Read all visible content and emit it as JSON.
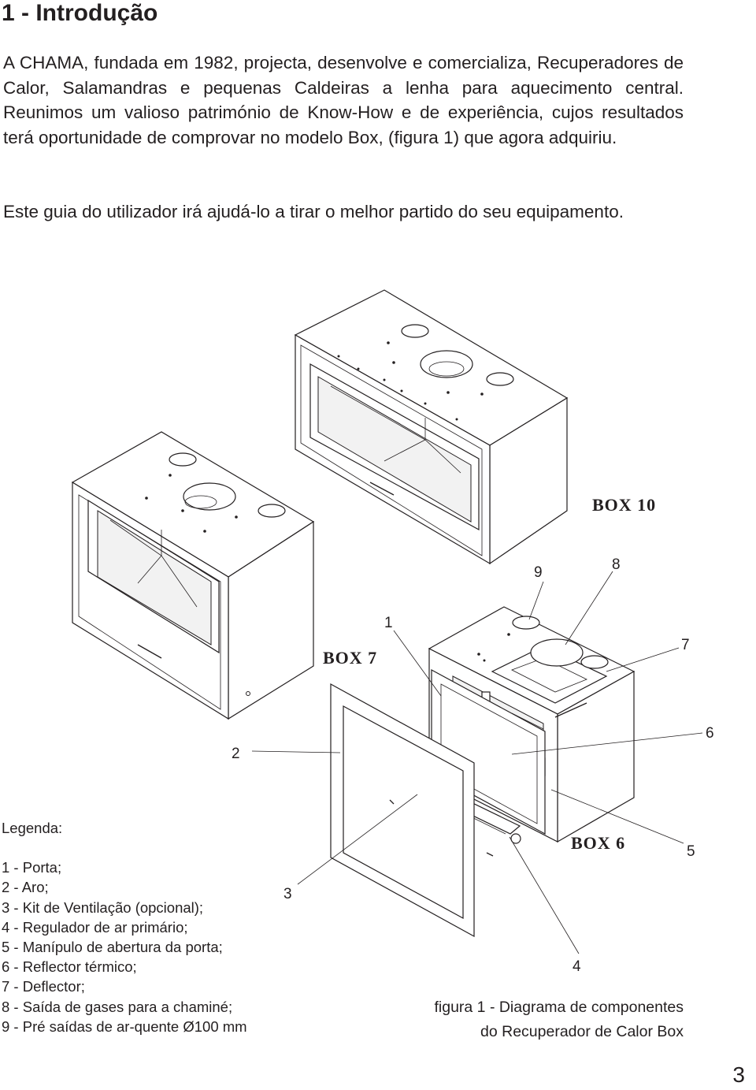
{
  "heading": "1 - Introdução",
  "paragraphs": [
    "A CHAMA, fundada em 1982, projecta, desenvolve e comercializa, Recuperadores de Calor, Salamandras e pequenas Caldeiras a lenha para aquecimento central. Reunimos um valioso património de Know-How e de experiência, cujos resultados terá oportunidade de comprovar no modelo Box, (figura 1) que agora adquiriu.",
    "Este guia do utilizador irá ajudá-lo a tirar o melhor partido do seu equipamento."
  ],
  "figure": {
    "model_labels": {
      "box10": "BOX 10",
      "box7": "BOX 7",
      "box6": "BOX 6"
    },
    "callouts": [
      "1",
      "2",
      "3",
      "4",
      "5",
      "6",
      "7",
      "8",
      "9"
    ],
    "caption_lines": [
      "figura 1 - Diagrama de componentes",
      "do Recuperador de Calor Box"
    ]
  },
  "legend": {
    "title": "Legenda:",
    "items": [
      "1 - Porta;",
      "2 - Aro;",
      "3 - Kit de Ventilação (opcional);",
      "4 - Regulador de ar primário;",
      "5 - Manípulo de abertura da porta;",
      "6 - Reflector térmico;",
      "7 - Deflector;",
      "8 - Saída de gases para a chaminé;",
      "9 - Pré saídas de ar-quente Ø100 mm"
    ]
  },
  "page_number": "3"
}
